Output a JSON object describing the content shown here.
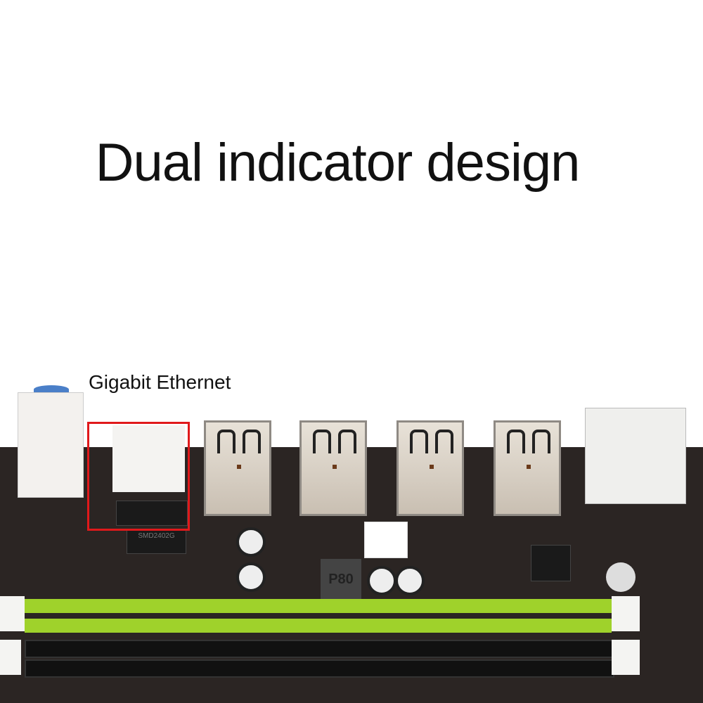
{
  "title": "Dual indicator design",
  "label": "Gigabit Ethernet",
  "chip_text": "SMD2402G",
  "inductor_text": "P80",
  "colors": {
    "highlight": "#e0191b",
    "slot_green": "#9fd22b",
    "pcb": "#2b2523"
  }
}
